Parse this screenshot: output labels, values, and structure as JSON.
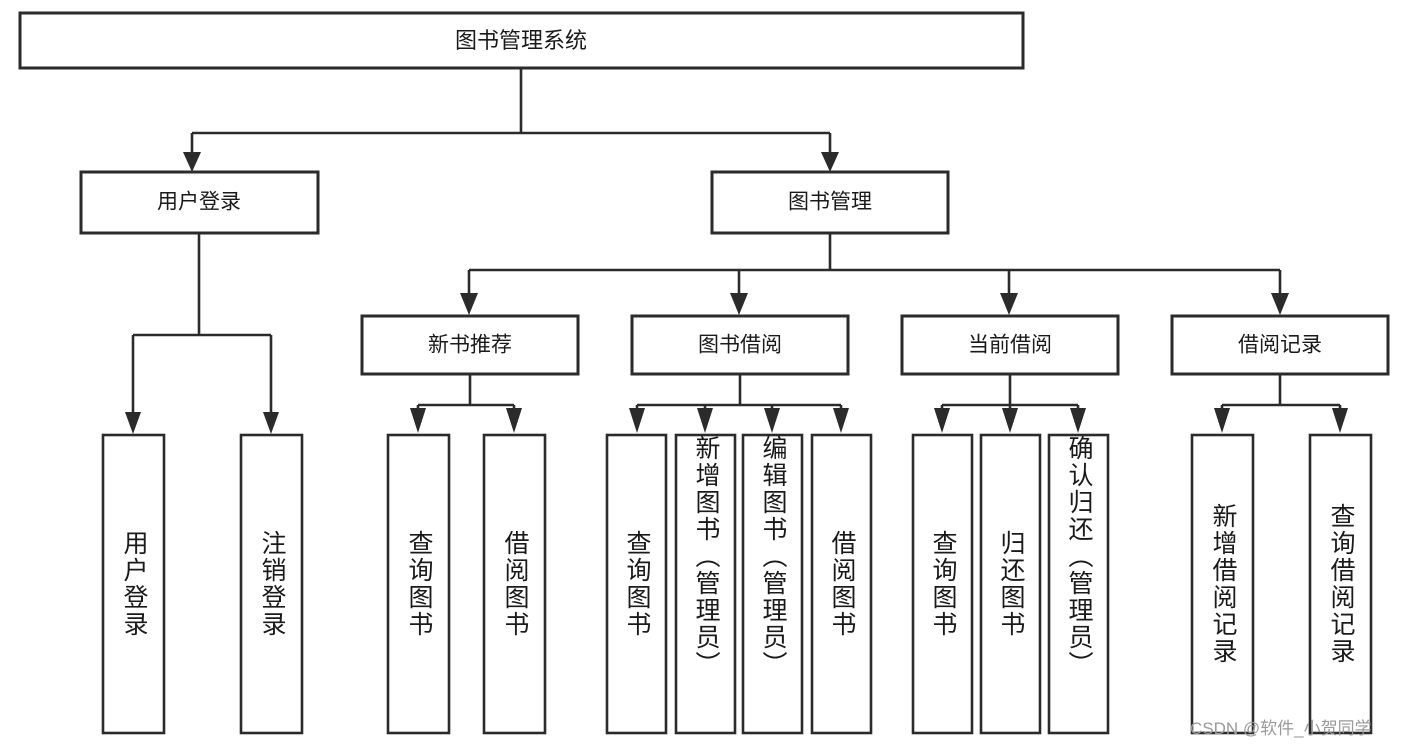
{
  "diagram": {
    "type": "tree",
    "title": "图书管理系统",
    "watermark": "CSDN @软件_小贺同学",
    "colors": {
      "box_stroke": "#2b2b2b",
      "box_fill": "#ffffff",
      "text": "#1a1a1a",
      "connector": "#2b2b2b",
      "watermark": "#9a9a9a",
      "background": "#ffffff"
    },
    "root": {
      "label": "图书管理系统"
    },
    "level2": [
      {
        "label": "用户登录"
      },
      {
        "label": "图书管理"
      }
    ],
    "level3": [
      {
        "label": "新书推荐"
      },
      {
        "label": "图书借阅"
      },
      {
        "label": "当前借阅"
      },
      {
        "label": "借阅记录"
      }
    ],
    "leaves": {
      "user_login": [
        {
          "label": "用户登录"
        },
        {
          "label": "注销登录"
        }
      ],
      "new_book_recommend": [
        {
          "label": "查询图书"
        },
        {
          "label": "借阅图书"
        }
      ],
      "book_borrow": [
        {
          "label": "查询图书"
        },
        {
          "label": "新增图书（管理员）"
        },
        {
          "label": "编辑图书（管理员）"
        },
        {
          "label": "借阅图书"
        }
      ],
      "current_borrow": [
        {
          "label": "查询图书"
        },
        {
          "label": "归还图书"
        },
        {
          "label": "确认归还（管理员）"
        }
      ],
      "borrow_record": [
        {
          "label": "新增借阅记录"
        },
        {
          "label": "查询借阅记录"
        }
      ]
    }
  }
}
